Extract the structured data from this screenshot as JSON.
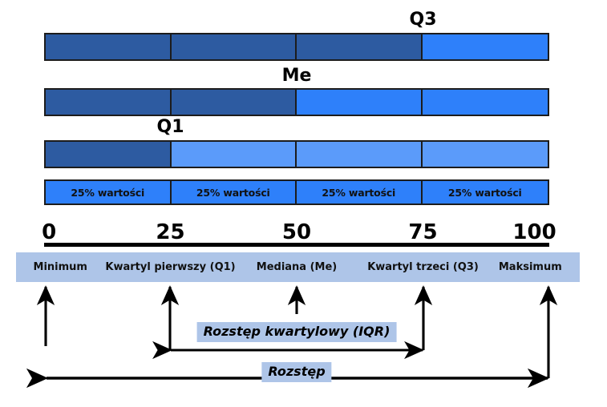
{
  "figure": {
    "title_absent": true,
    "language": "pl",
    "colors": {
      "dark_blue": "#2d5ba1",
      "bright_blue": "#2e80fa",
      "light_blue": "#5b9bfa",
      "band_blue": "#aec5e8",
      "outline": "#1c1c1c",
      "text": "#000000"
    }
  },
  "bars": [
    {
      "name": "q3-bar",
      "marker_label": "Q3",
      "marker_at_percent": 75,
      "segments": [
        {
          "fill": "dark_blue"
        },
        {
          "fill": "dark_blue"
        },
        {
          "fill": "dark_blue"
        },
        {
          "fill": "bright_blue"
        }
      ]
    },
    {
      "name": "median-bar",
      "marker_label": "Me",
      "marker_at_percent": 50,
      "segments": [
        {
          "fill": "dark_blue"
        },
        {
          "fill": "dark_blue"
        },
        {
          "fill": "bright_blue"
        },
        {
          "fill": "bright_blue"
        }
      ]
    },
    {
      "name": "q1-bar",
      "marker_label": "Q1",
      "marker_at_percent": 25,
      "segments": [
        {
          "fill": "dark_blue"
        },
        {
          "fill": "light_blue"
        },
        {
          "fill": "light_blue"
        },
        {
          "fill": "light_blue"
        }
      ]
    }
  ],
  "percent_row": {
    "segments": [
      "25% wartości",
      "25% wartości",
      "25% wartości",
      "25% wartości"
    ]
  },
  "scale": {
    "ticks": [
      {
        "value": "0",
        "percent": 0
      },
      {
        "value": "25",
        "percent": 25
      },
      {
        "value": "50",
        "percent": 50
      },
      {
        "value": "75",
        "percent": 75
      },
      {
        "value": "100",
        "percent": 100
      }
    ]
  },
  "descriptions": [
    {
      "label": "Minimum",
      "percent": 0
    },
    {
      "label": "Kwartyl pierwszy (Q1)",
      "percent": 25
    },
    {
      "label": "Mediana (Me)",
      "percent": 50
    },
    {
      "label": "Kwartyl trzeci (Q3)",
      "percent": 75
    },
    {
      "label": "Maksimum",
      "percent": 100
    }
  ],
  "ranges": [
    {
      "name": "iqr",
      "label": "Rozstęp kwartylowy (IQR)",
      "from_percent": 25,
      "to_percent": 75
    },
    {
      "name": "range",
      "label": "Rozstęp",
      "from_percent": 0,
      "to_percent": 100
    }
  ],
  "chart_data": {
    "type": "bar",
    "title": "",
    "xlabel": "",
    "ylabel": "",
    "categories": [
      "0–25",
      "25–50",
      "50–75",
      "75–100"
    ],
    "values": [
      25,
      25,
      25,
      25
    ],
    "xlim": [
      0,
      100
    ],
    "grid": false,
    "legend": "none",
    "annotations": [
      "Q3 at 75",
      "Me at 50",
      "Q1 at 25",
      "Minimum at 0",
      "Maksimum at 100",
      "Rozstęp kwartylowy (IQR) from 25 to 75",
      "Rozstęp from 0 to 100"
    ]
  }
}
